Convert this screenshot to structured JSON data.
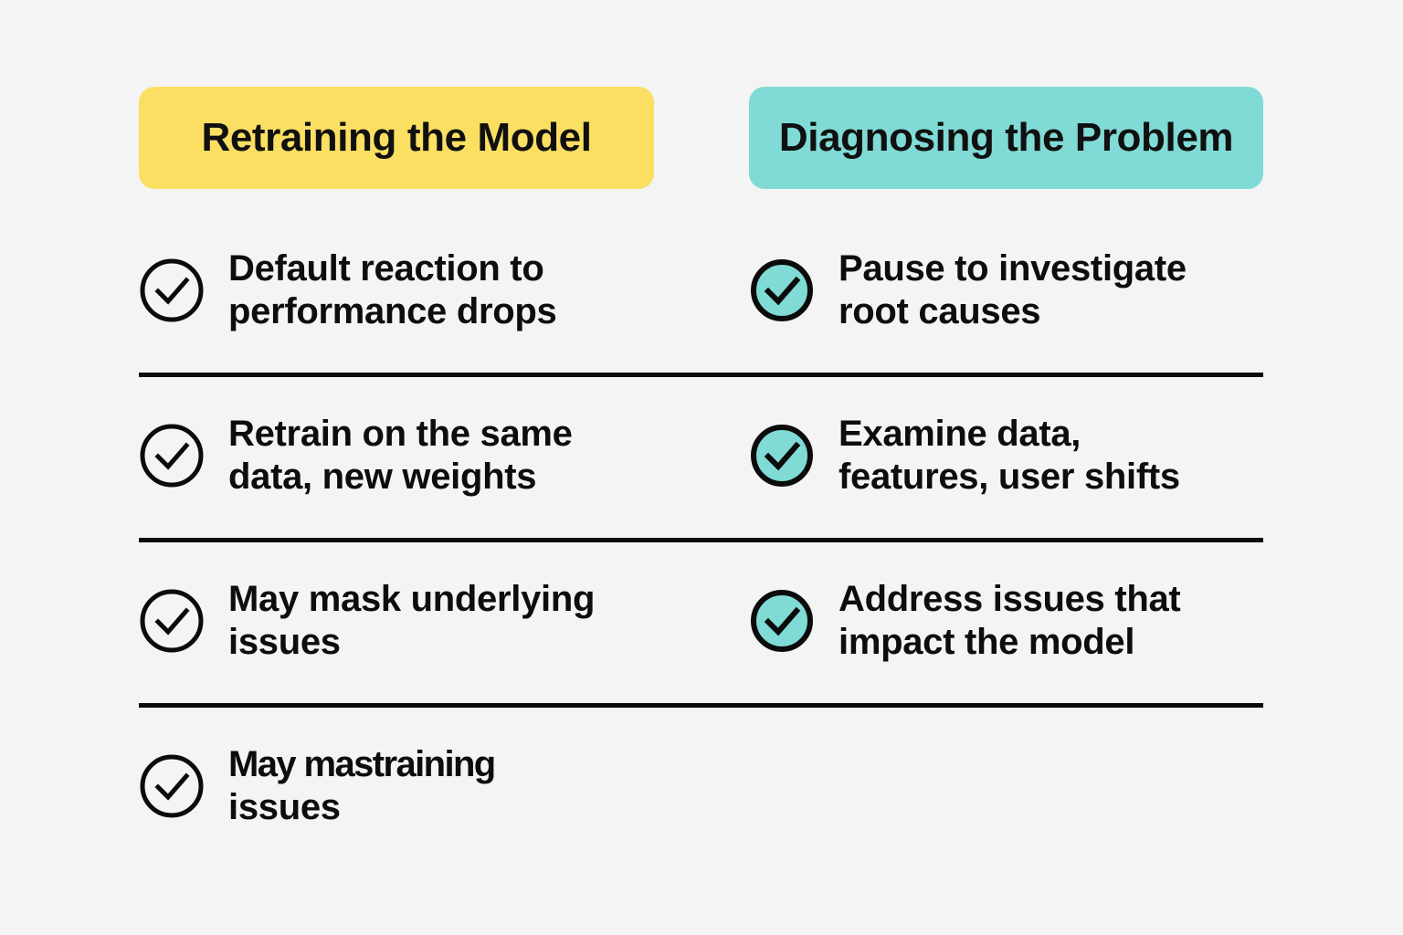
{
  "theme": {
    "background": "#f4f4f4",
    "left_accent": "#fadf63",
    "right_accent": "#80dad5",
    "text": "#0d0d0d",
    "divider": "#0b0b0b"
  },
  "columns": [
    {
      "id": "retraining",
      "title": "Retraining the Model",
      "accent": "#fadf63",
      "check_style": "outline"
    },
    {
      "id": "diagnosing",
      "title": "Diagnosing the Problem",
      "accent": "#80dad5",
      "check_style": "filled"
    }
  ],
  "rows": [
    {
      "left": {
        "line1": "Default reaction to",
        "line2": "performance drops"
      },
      "right": {
        "line1": "Pause to investigate",
        "line2": "root causes"
      }
    },
    {
      "left": {
        "line1": "Retrain on the same",
        "line2": "data, new weights"
      },
      "right": {
        "line1": "Examine data,",
        "line2": "features, user shifts"
      }
    },
    {
      "left": {
        "line1": "May mask underlying",
        "line2": "issues"
      },
      "right": {
        "line1": "Address issues that",
        "line2": "impact the model"
      }
    },
    {
      "left": {
        "line1": "May mastraining",
        "line2": "issues"
      },
      "right": {
        "line1": "",
        "line2": ""
      }
    }
  ],
  "icons": {
    "check": "check-circle-icon"
  }
}
